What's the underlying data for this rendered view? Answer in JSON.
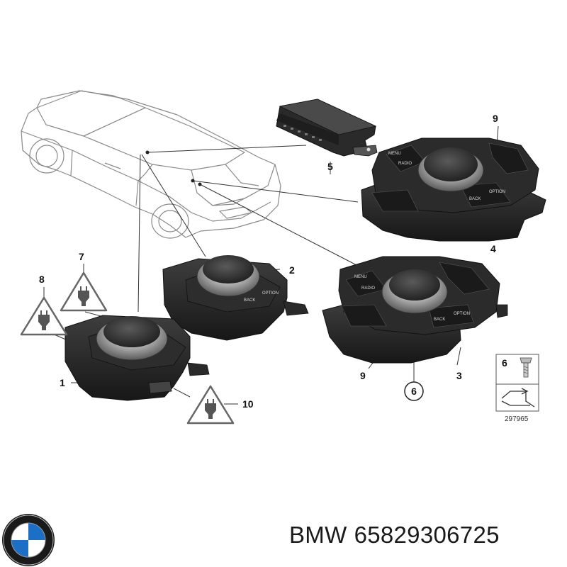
{
  "colors": {
    "part_dark": "#262626",
    "part_mid": "#3c3c3c",
    "knob_chrome": "#bdbdbd",
    "outline": "#888888",
    "leader": "#333333",
    "bmw_blue": "#1c6fc4"
  },
  "callouts": {
    "c1": "1",
    "c2": "2",
    "c3": "3",
    "c4": "4",
    "c5": "5",
    "c6": "6",
    "c7": "7",
    "c8": "8",
    "c9a": "9",
    "c9b": "9",
    "c10": "10",
    "legend6": "6"
  },
  "controller_buttons": {
    "menu": "MENU",
    "radio": "RADIO",
    "back": "BACK",
    "option": "OPTION"
  },
  "legend": {
    "reference_number": "297965",
    "screw_icon": "torx-screw-icon",
    "tool_icon": "tool-step-icon"
  },
  "footer": {
    "brand": "BMW",
    "part_number": "65829306725",
    "logo_icon": "bmw-roundel-logo"
  }
}
